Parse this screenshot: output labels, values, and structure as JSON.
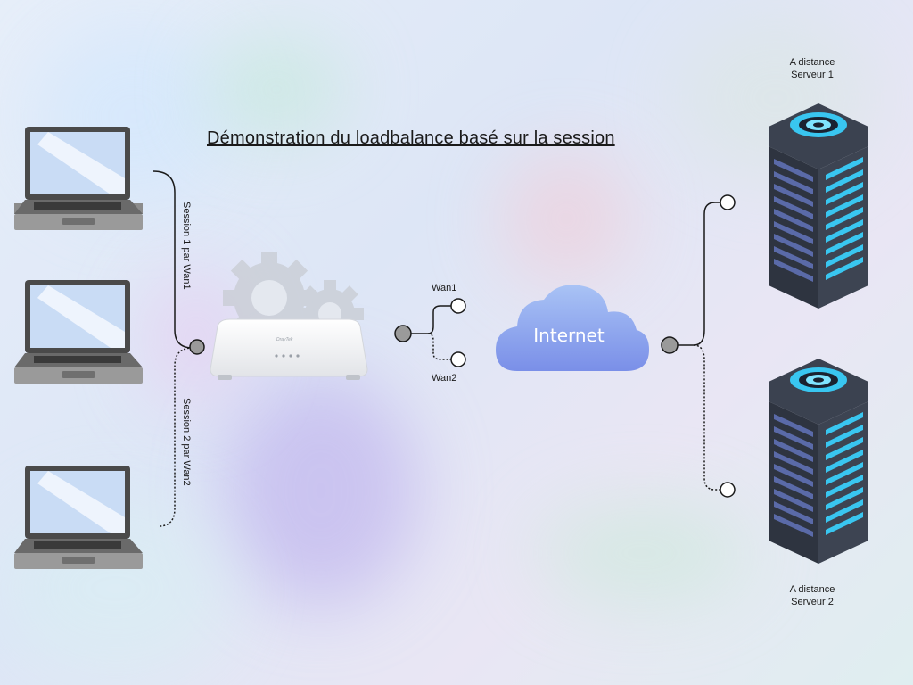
{
  "title": "Démonstration du loadbalance basé sur la session",
  "labels": {
    "session1": "Session 1 par Wan1",
    "session2": "Session 2 par Wan2",
    "wan1": "Wan1",
    "wan2": "Wan2",
    "internet": "Internet",
    "server1": [
      "A distance",
      "Serveur 1"
    ],
    "server2": [
      "A distance",
      "Serveur 2"
    ],
    "router_brand": "DrayTek"
  },
  "colors": {
    "line": "#1a1a1a",
    "node_fill": "#9a9a9a",
    "cloud_top": "#a9c3f5",
    "cloud_bottom": "#7a8fe8",
    "server_glow": "#39c6f0"
  }
}
